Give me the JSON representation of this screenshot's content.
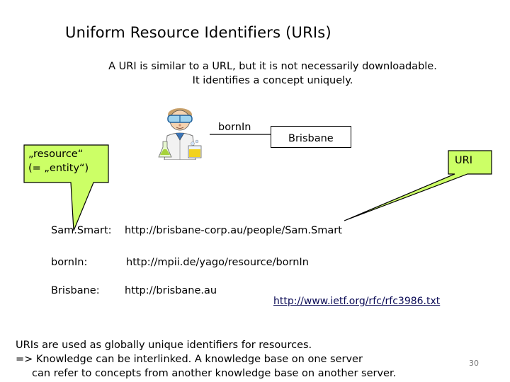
{
  "slide": {
    "title": "Uniform Resource Identifiers (URIs)",
    "intro_line1": "A URI is similar to a URL, but it is not necessarily downloadable.",
    "intro_line2": "It identifies a concept uniquely.",
    "diagram": {
      "predicate_label": "bornIn",
      "object_label": "Brisbane",
      "resource_callout_line1": "„resource“",
      "resource_callout_line2": "(= „entity“)",
      "uri_callout": "URI",
      "subject_icon": "scientist-icon"
    },
    "mappings": [
      {
        "label": "Sam.Smart:",
        "uri": "http://brisbane-corp.au/people/Sam.Smart"
      },
      {
        "label": "bornIn:",
        "uri": "http://mpii.de/yago/resource/bornIn"
      },
      {
        "label": "Brisbane:",
        "uri": "http://brisbane.au"
      }
    ],
    "reference_link": "http://www.ietf.org/rfc/rfc3986.txt",
    "footer_line1": "URIs are used as globally unique identifiers for resources.",
    "footer_line2": "=> Knowledge can be interlinked. A knowledge base on one server",
    "footer_line3": "     can refer to concepts from another knowledge base on another server.",
    "page_number": "30",
    "colors": {
      "callout_fill": "#CCFF66",
      "link": "#0a0a55"
    }
  }
}
